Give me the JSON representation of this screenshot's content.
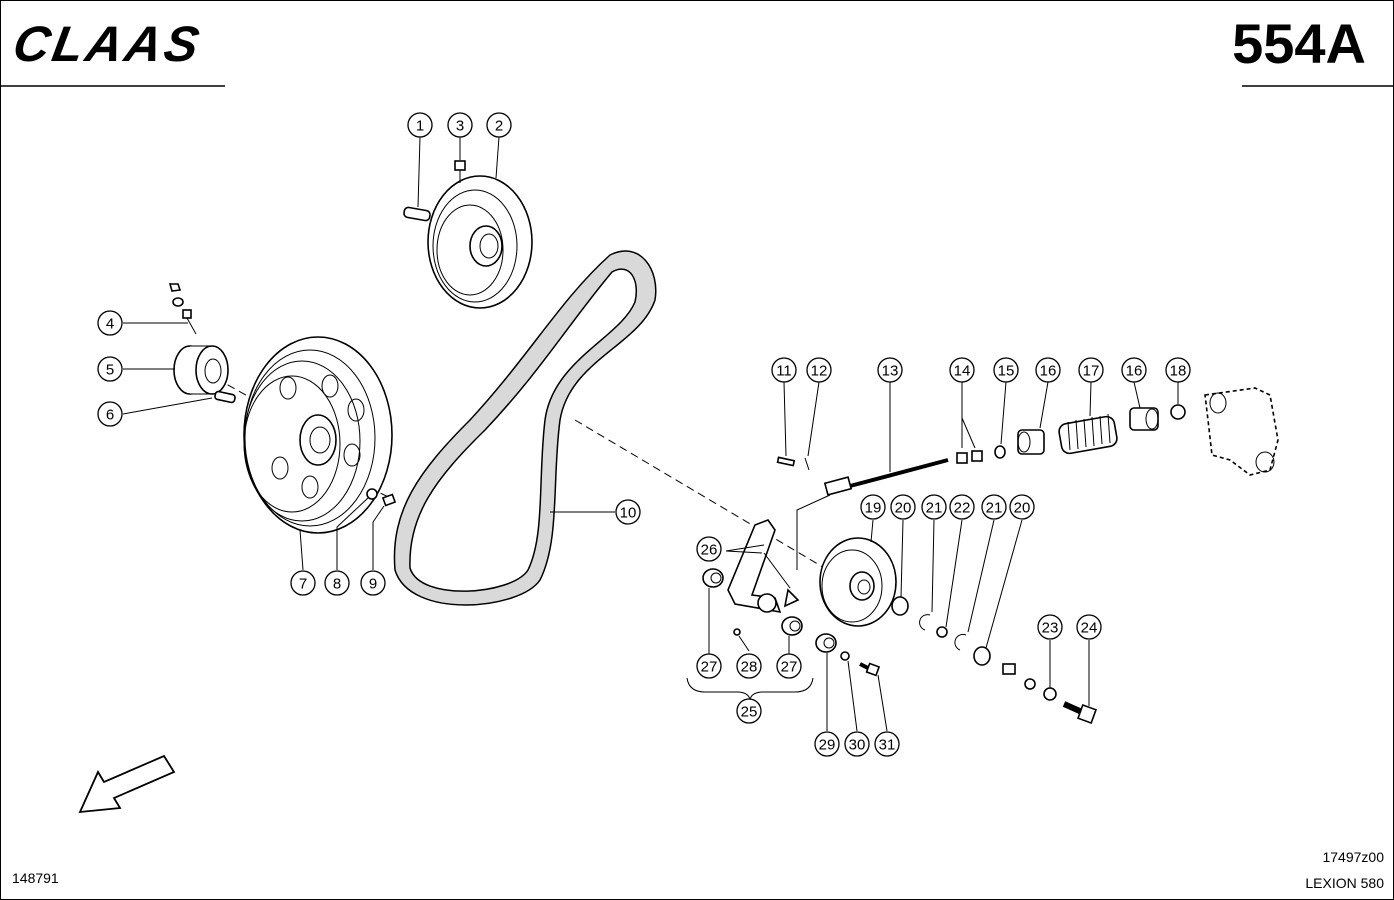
{
  "header": {
    "brand": "CLAAS",
    "page_code": "554A"
  },
  "footer": {
    "left_code": "148791",
    "drawing_code": "17497z00",
    "model": "LEXION 580"
  },
  "callouts": [
    "1",
    "2",
    "3",
    "4",
    "5",
    "6",
    "7",
    "8",
    "9",
    "10",
    "11",
    "12",
    "13",
    "14",
    "15",
    "16",
    "16",
    "17",
    "18",
    "19",
    "20",
    "20",
    "21",
    "21",
    "22",
    "23",
    "24",
    "25",
    "26",
    "27",
    "27",
    "28",
    "29",
    "30",
    "31"
  ],
  "colors": {
    "line": "#000000",
    "background": "#ffffff"
  },
  "icons": {
    "direction": "arrow-down-left-icon"
  }
}
